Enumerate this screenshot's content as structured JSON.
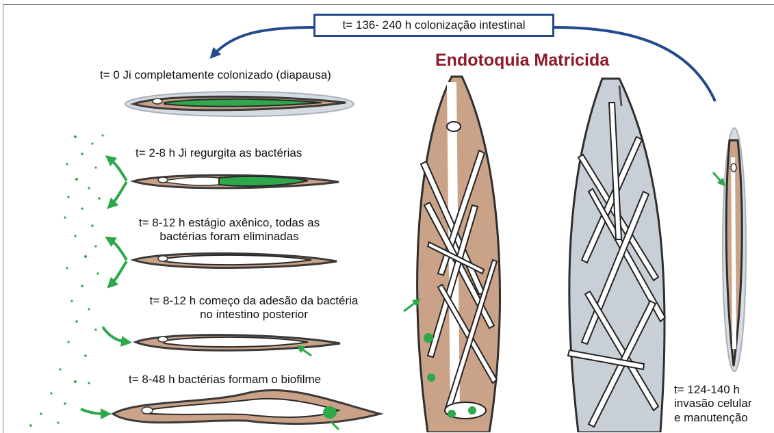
{
  "top_label": "t= 136- 240 h colonização intestinal",
  "title": "Endotoquia Matricida",
  "stages": [
    {
      "lines": [
        "t= 0 Ji completamente colonizado (diapausa)"
      ]
    },
    {
      "lines": [
        "t= 2-8 h Ji regurgita as bactérias"
      ]
    },
    {
      "lines": [
        "t= 8-12 h estágio axênico, todas as",
        "bactérias foram eliminadas"
      ]
    },
    {
      "lines": [
        "t= 8-12 h começo da adesão da bactéria",
        "no intestino posterior"
      ]
    },
    {
      "lines": [
        "t= 8-48 h bactérias formam o biofilme"
      ]
    }
  ],
  "right_label": [
    "t= 124-140 h",
    "invasão celular",
    "e manutenção"
  ],
  "colors": {
    "arrow_blue": "#244a8c",
    "title_red": "#8e1b2a",
    "bacteria_green": "#2ea84a",
    "body_tan": "#c9a288",
    "cuticle_gray": "#c9cfd6"
  }
}
